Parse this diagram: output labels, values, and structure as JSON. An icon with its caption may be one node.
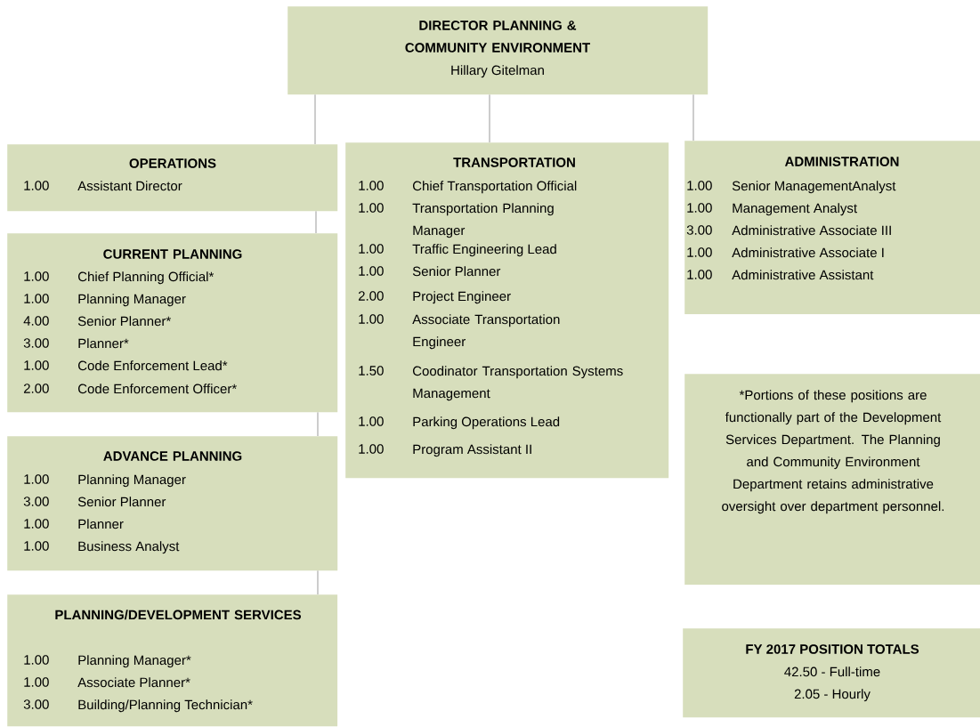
{
  "diagram": {
    "nodes": [
      {
        "text": [
          "DIRECTOR PLANNING & COMMUNITY ENVIRONMENT",
          "Hillary Gitelman"
        ]
      },
      {
        "text": [
          "OPERATIONS",
          "1.00",
          "Assistant Director"
        ]
      },
      {
        "text": [
          "CURRENT PLANNING",
          "1.00",
          "Chief Planning Official*",
          "1.00",
          "Planning Manager",
          "4.00",
          "Senior Planner*",
          "3.00",
          "Planner*",
          "1.00",
          "Code Enforcement Lead*",
          "2.00",
          "Code Enforcement Officer*"
        ]
      },
      {
        "text": [
          "ADVANCE PLANNING",
          "1.00",
          "Planning Manager",
          "3.00",
          "Senior Planner",
          "1.00",
          "Planner",
          "1.00",
          "Business Analyst"
        ]
      },
      {
        "text": [
          "PLANNING/DEVELOPMENT SERVICES",
          "1.00",
          "Planning Manager*",
          "1.00",
          "Associate Planner*",
          "3.00",
          "Building/Planning Technician*"
        ]
      },
      {
        "text": [
          "TRANSPORTATION",
          "1.00",
          "Chief Transportation Official",
          "1.00",
          "Transportation Planning Manager",
          "1.00",
          "Traffic Engineering Lead",
          "1.00",
          "Senior Planner",
          "2.00",
          "Project Engineer",
          "1.00",
          "Associate Transportation Engineer",
          "1.50",
          "Coodinator Transportation Systems Management",
          "1.00",
          "Parking Operations Lead",
          "1.00",
          "Program Assistant II"
        ]
      },
      {
        "text": [
          "ADMINISTRATION",
          "1.00",
          "Senior ManagementAnalyst",
          "1.00",
          "Management Analyst",
          "3.00",
          "Administrative Associate III",
          "1.00",
          "Administrative Associate I",
          "1.00",
          "Administrative Assistant"
        ]
      },
      {
        "text": [
          "*Portions of these positions are functionally part of the Development Services Department. The Planning and Community Environment Department retains administrative oversight over department personnel."
        ]
      },
      {
        "text": [
          "FY 2017 POSITION TOTALS",
          "42.50 - Full-time",
          "2.05 - Hourly"
        ]
      }
    ],
    "edges": [
      {
        "from": 0,
        "to": 1,
        "arrow": "none"
      },
      {
        "from": 1,
        "to": 2,
        "arrow": "none"
      },
      {
        "from": 2,
        "to": 3,
        "arrow": "none"
      },
      {
        "from": 3,
        "to": 4,
        "arrow": "none"
      },
      {
        "from": 0,
        "to": 5,
        "arrow": "none"
      },
      {
        "from": 0,
        "to": 6,
        "arrow": "none"
      }
    ]
  }
}
